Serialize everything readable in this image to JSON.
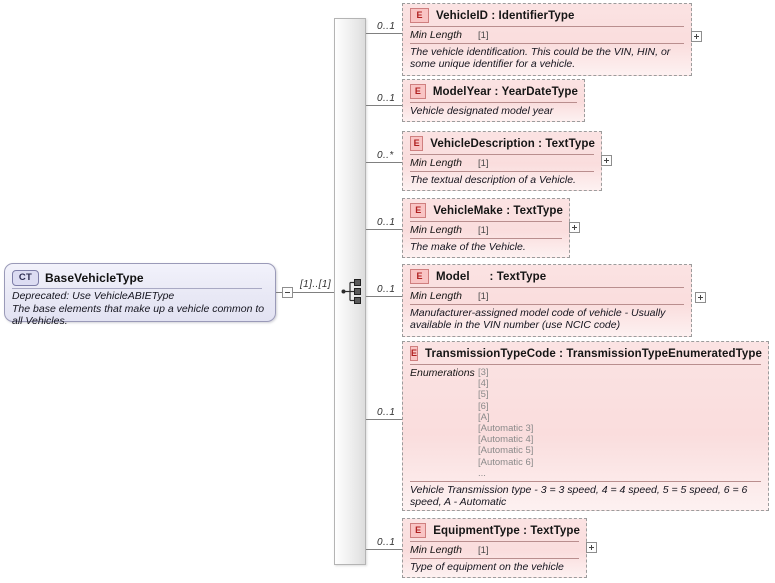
{
  "diagram": {
    "title": "BaseVehicleType XSD structure diagram",
    "colors": {
      "element_fill": "#fadddd",
      "element_border": "#9c9c9c",
      "complextype_fill": "#eaeaf6",
      "complextype_border": "#9a9ab8",
      "connector": "#808080",
      "badge_element_text": "#b02020",
      "badge_complextype_text": "#2b2b50"
    }
  },
  "complex_type": {
    "badge": "CT",
    "name": "BaseVehicleType",
    "documentation_line1": "Deprecated: Use VehicleABIEType",
    "documentation_line2": "The base elements that make up a vehicle common to all Vehicles.",
    "collapse_icon": "minus-toggle-icon",
    "occurrence": "[1]..[1]"
  },
  "compositor": {
    "type": "sequence",
    "icon": "sequence-compositor-icon"
  },
  "elements": [
    {
      "badge": "E",
      "name": "VehicleID",
      "separator": ":",
      "type": "IdentifierType",
      "title": "VehicleID : IdentifierType",
      "cardinality": "0..1",
      "facet_name": "Min Length",
      "facet_value": "[1]",
      "documentation": "The vehicle identification. This could be the VIN, HIN, or some unique identifier for a vehicle.",
      "expand": "plus-toggle-icon"
    },
    {
      "badge": "E",
      "name": "ModelYear",
      "separator": ":",
      "type": "YearDateType",
      "title": "ModelYear : YearDateType",
      "cardinality": "0..1",
      "facet_name": "",
      "facet_value": "",
      "documentation": "Vehicle designated model year",
      "expand": ""
    },
    {
      "badge": "E",
      "name": "VehicleDescription",
      "separator": ":",
      "type": "TextType",
      "title": "VehicleDescription : TextType",
      "cardinality": "0..*",
      "facet_name": "Min Length",
      "facet_value": "[1]",
      "documentation": "The textual description of a Vehicle.",
      "expand": "plus-toggle-icon"
    },
    {
      "badge": "E",
      "name": "VehicleMake",
      "separator": ":",
      "type": "TextType",
      "title": "VehicleMake : TextType",
      "cardinality": "0..1",
      "facet_name": "Min Length",
      "facet_value": "[1]",
      "documentation": "The make of the Vehicle.",
      "expand": "plus-toggle-icon"
    },
    {
      "badge": "E",
      "name": "Model",
      "separator": ":",
      "type": "TextType",
      "title": "Model      : TextType",
      "cardinality": "0..1",
      "facet_name": "Min Length",
      "facet_value": "[1]",
      "documentation": "Manufacturer-assigned model code of vehicle - Usually available in the VIN number (use NCIC code)",
      "expand": "plus-toggle-icon"
    },
    {
      "badge": "E",
      "name": "TransmissionTypeCode",
      "separator": ":",
      "type": "TransmissionTypeEnumeratedType",
      "title": "TransmissionTypeCode : TransmissionTypeEnumeratedType",
      "cardinality": "0..1",
      "facet_name": "Enumerations",
      "facet_values": [
        "[3]",
        "[4]",
        "[5]",
        "[6]",
        "[A]",
        "[Automatic 3]",
        "[Automatic 4]",
        "[Automatic 5]",
        "[Automatic 6]",
        "..."
      ],
      "documentation": "Vehicle Transmission type - 3 = 3 speed, 4 = 4 speed, 5 = 5 speed, 6 = 6 speed, A - Automatic",
      "expand": ""
    },
    {
      "badge": "E",
      "name": "EquipmentType",
      "separator": ":",
      "type": "TextType",
      "title": "EquipmentType : TextType",
      "cardinality": "0..1",
      "facet_name": "Min Length",
      "facet_value": "[1]",
      "documentation": "Type of equipment on the vehicle",
      "expand": "plus-toggle-icon"
    }
  ]
}
